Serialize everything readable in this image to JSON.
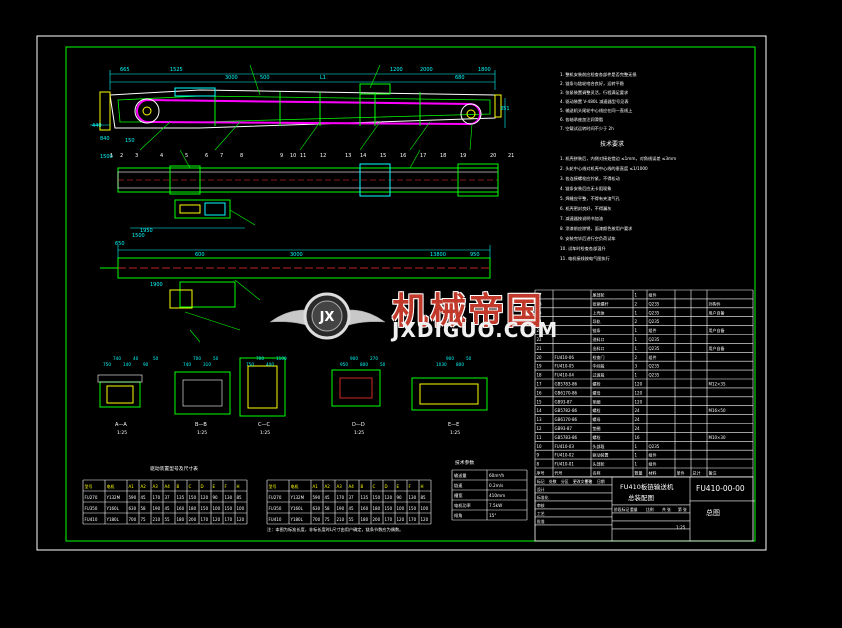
{
  "drawing": {
    "title_block": {
      "drawing_title_lines": [
        "FU410板链输送机",
        "总装配图"
      ],
      "drawing_number": "FU410-00-00",
      "labels": [
        "标记",
        "处数",
        "分区",
        "更改文件号",
        "签名",
        "日期",
        "设计",
        "标准化",
        "审核",
        "工艺",
        "批准",
        "阶段标记",
        "重量",
        "比例",
        "共 张",
        "第 张"
      ],
      "scale": "1:25",
      "right_label": "总图"
    },
    "tech_requirements_title": "技术要求",
    "tech_requirements_1": [
      "1. 整机安装前应检查各部件是否完整无损",
      "2. 链条与链轮啮合良好，运转平稳",
      "3. 张紧装置调整灵活，行程满足要求",
      "4. 驱动装置 V-480L 减速器型号见表",
      "5. 输送机头尾轮中心线应在同一直线上",
      "6. 各轴承座加注润滑脂",
      "7. 空载试运转时间不少于 2h"
    ],
    "tech_requirements_2": [
      "1. 机壳拼装后，内侧对接处错边 ≤1mm，对角线误差 ≤3mm",
      "2. 头轮中心线对机壳中心线的垂直度 ≤1/1000",
      "3. 各连接螺栓应拧紧，不得松动",
      "4. 链条安装后应无卡阻现象",
      "5. 焊缝应平整，不得有夹渣气孔",
      "6. 机壳密封良好，不得漏灰",
      "7. 减速器按说明书加油",
      "8. 涂漆前应除锈，面漆颜色按用户要求",
      "9. 安装完毕后进行空负荷试车",
      "10. 试车时检查各部温升",
      "11. 电机接线按电气图执行"
    ],
    "dims_top": [
      "665",
      "1525",
      "3000",
      "500",
      "L1",
      "1200",
      "2000",
      "680",
      "1800",
      "351",
      "150",
      "840",
      "440",
      "1500"
    ],
    "part_numbers": [
      "1",
      "2",
      "3",
      "4",
      "5",
      "6",
      "7",
      "8",
      "9",
      "10",
      "11",
      "12",
      "13",
      "14",
      "15",
      "16",
      "17",
      "18",
      "19",
      "20",
      "21"
    ],
    "dims_mid": [
      "1500",
      "1950",
      "650",
      "600",
      "3000",
      "13800",
      "950",
      "1900"
    ],
    "sections": [
      {
        "label": "A—A",
        "scale": "1:25",
        "dims": [
          "750",
          "740",
          "140",
          "40",
          "90",
          "50"
        ]
      },
      {
        "label": "B—B",
        "scale": "1:25",
        "dims": [
          "740",
          "700",
          "310",
          "50"
        ]
      },
      {
        "label": "C—C",
        "scale": "1:25",
        "dims": [
          "750",
          "700",
          "400",
          "1100"
        ]
      },
      {
        "label": "D—D",
        "scale": "1:25",
        "dims": [
          "950",
          "900",
          "800",
          "270",
          "50"
        ]
      },
      {
        "label": "E—E",
        "scale": "1:25",
        "dims": [
          "1030",
          "900",
          "800",
          "50"
        ]
      }
    ],
    "table1_title": "驱动装置型号及尺寸表",
    "table1": [
      [
        "型号",
        "电机",
        "A1",
        "A2",
        "A3",
        "A4",
        "B",
        "C",
        "D",
        "E",
        "F",
        "H"
      ],
      [
        "FU270",
        "Y132M",
        "590",
        "45",
        "170",
        "37",
        "135",
        "150",
        "120",
        "90",
        "130",
        "85"
      ],
      [
        "FU350",
        "Y160L",
        "630",
        "58",
        "190",
        "45",
        "160",
        "180",
        "150",
        "100",
        "150",
        "100"
      ],
      [
        "FU410",
        "Y180L",
        "700",
        "75",
        "210",
        "55",
        "180",
        "200",
        "170",
        "120",
        "170",
        "120"
      ]
    ],
    "table2": [
      [
        "型号",
        "电机",
        "A1",
        "A2",
        "A3",
        "A4",
        "B",
        "C",
        "D",
        "E",
        "F",
        "H"
      ],
      [
        "FU270",
        "Y132M",
        "590",
        "45",
        "170",
        "37",
        "135",
        "150",
        "120",
        "90",
        "130",
        "85"
      ],
      [
        "FU350",
        "Y160L",
        "630",
        "58",
        "190",
        "45",
        "160",
        "180",
        "150",
        "100",
        "150",
        "100"
      ],
      [
        "FU410",
        "Y180L",
        "700",
        "75",
        "210",
        "55",
        "180",
        "200",
        "170",
        "120",
        "170",
        "120"
      ]
    ],
    "note": "注：本图为标准长度，非标长度时L尺寸由用户确定，链条节数应为偶数。",
    "params_title": "技术参数",
    "params": [
      [
        "输送量",
        "60m³/h"
      ],
      [
        "链速",
        "0.2m/s"
      ],
      [
        "槽宽",
        "410mm"
      ],
      [
        "电机功率",
        "7.5kW"
      ],
      [
        "倾角",
        "15°"
      ]
    ],
    "bom_headers": [
      "序号",
      "代号",
      "名称",
      "数量",
      "材料",
      "单件",
      "总计",
      "备注"
    ],
    "bom": [
      [
        "27",
        "",
        "尾部轮",
        "1",
        "组件",
        "",
        "",
        ""
      ],
      [
        "26",
        "",
        "张紧螺杆",
        "2",
        "Q235",
        "",
        "",
        "外购件"
      ],
      [
        "25",
        "",
        "上壳体",
        "1",
        "Q235",
        "",
        "",
        "用户自备"
      ],
      [
        "24",
        "",
        "导轨",
        "2",
        "Q235",
        "",
        "",
        ""
      ],
      [
        "23",
        "",
        "链条",
        "1",
        "组件",
        "",
        "",
        "用户自备"
      ],
      [
        "22",
        "",
        "进料口",
        "1",
        "Q235",
        "",
        "",
        ""
      ],
      [
        "21",
        "",
        "出料口",
        "1",
        "Q235",
        "",
        "",
        "用户自备"
      ],
      [
        "20",
        "FU410-06",
        "检查门",
        "2",
        "组件",
        "",
        "",
        ""
      ],
      [
        "19",
        "FU410-05",
        "中间段",
        "3",
        "Q235",
        "",
        "",
        ""
      ],
      [
        "18",
        "FU410-04",
        "过渡段",
        "1",
        "Q235",
        "",
        "",
        ""
      ],
      [
        "17",
        "GB5783-86",
        "螺栓",
        "120",
        "",
        "",
        "",
        "M12×35"
      ],
      [
        "16",
        "GB6170-86",
        "螺母",
        "120",
        "",
        "",
        "",
        ""
      ],
      [
        "15",
        "GB93-87",
        "垫圈",
        "120",
        "",
        "",
        "",
        ""
      ],
      [
        "14",
        "GB5782-86",
        "螺栓",
        "24",
        "",
        "",
        "",
        "M16×50"
      ],
      [
        "13",
        "GB6170-86",
        "螺母",
        "24",
        "",
        "",
        "",
        ""
      ],
      [
        "12",
        "GB93-87",
        "垫圈",
        "24",
        "",
        "",
        "",
        ""
      ],
      [
        "11",
        "GB5783-86",
        "螺栓",
        "16",
        "",
        "",
        "",
        "M10×30"
      ],
      [
        "10",
        "FU410-03",
        "头部段",
        "1",
        "Q235",
        "",
        "",
        ""
      ],
      [
        "9",
        "FU410-02",
        "驱动装置",
        "1",
        "组件",
        "",
        "",
        ""
      ],
      [
        "8",
        "FU410-01",
        "头部轮",
        "1",
        "组件",
        "",
        "",
        ""
      ]
    ],
    "watermark_cn": "机械帝国",
    "watermark_en": "JXDIGUO.COM",
    "watermark_logo": "JX",
    "colors": {
      "background": "#000000",
      "frame": "#ffffff",
      "line": "#00ff00",
      "cyan": "#00ffff",
      "magenta": "#ff00ff",
      "red": "#ff3030",
      "yellow": "#ffff00",
      "white": "#ffffff"
    }
  }
}
